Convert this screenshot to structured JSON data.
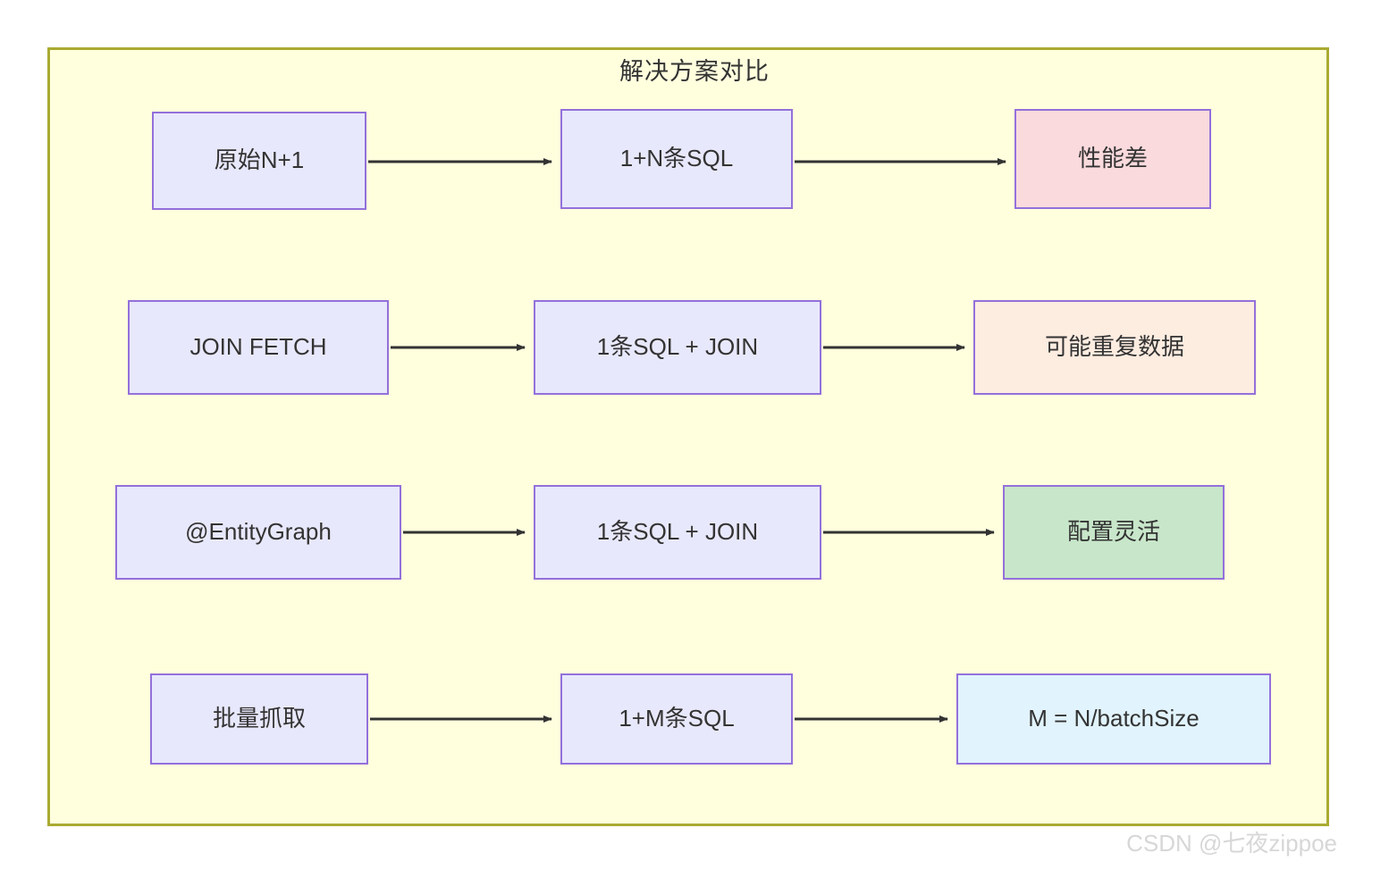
{
  "diagram": {
    "type": "flowchart",
    "title": "解决方案对比",
    "background_color": "#ffffde",
    "border_color": "#aaaa33",
    "node_border_color": "#9370db",
    "edge_color": "#333333",
    "rows": [
      {
        "id": "row-1",
        "source": {
          "label": "原始N+1",
          "fill": "#e8e8fc"
        },
        "middle": {
          "label": "1+N条SQL",
          "fill": "#e8e8fc"
        },
        "result": {
          "label": "性能差",
          "fill": "#fadadd"
        }
      },
      {
        "id": "row-2",
        "source": {
          "label": "JOIN FETCH",
          "fill": "#e8e8fc"
        },
        "middle": {
          "label": "1条SQL + JOIN",
          "fill": "#e8e8fc"
        },
        "result": {
          "label": "可能重复数据",
          "fill": "#fdece0"
        }
      },
      {
        "id": "row-3",
        "source": {
          "label": "@EntityGraph",
          "fill": "#e8e8fc"
        },
        "middle": {
          "label": "1条SQL + JOIN",
          "fill": "#e8e8fc"
        },
        "result": {
          "label": "配置灵活",
          "fill": "#c8e6c9"
        }
      },
      {
        "id": "row-4",
        "source": {
          "label": "批量抓取",
          "fill": "#e8e8fc"
        },
        "middle": {
          "label": "1+M条SQL",
          "fill": "#e8e8fc"
        },
        "result": {
          "label": "M = N/batchSize",
          "fill": "#e1f3fd"
        }
      }
    ]
  },
  "watermark": {
    "text": "CSDN @七夜zippoe"
  }
}
